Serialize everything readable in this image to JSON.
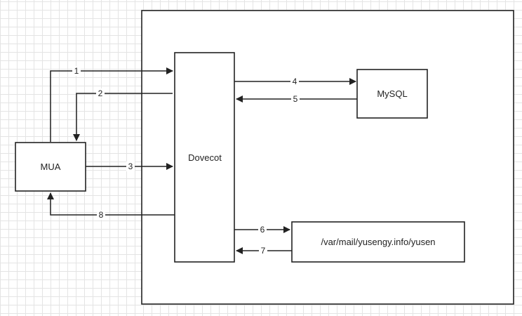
{
  "diagram": {
    "nodes": {
      "mua": "MUA",
      "dovecot": "Dovecot",
      "mysql": "MySQL",
      "maildir": "/var/mail/yusengy.info/yusen"
    },
    "edges": {
      "e1": "1",
      "e2": "2",
      "e3": "3",
      "e4": "4",
      "e5": "5",
      "e6": "6",
      "e7": "7",
      "e8": "8"
    }
  }
}
